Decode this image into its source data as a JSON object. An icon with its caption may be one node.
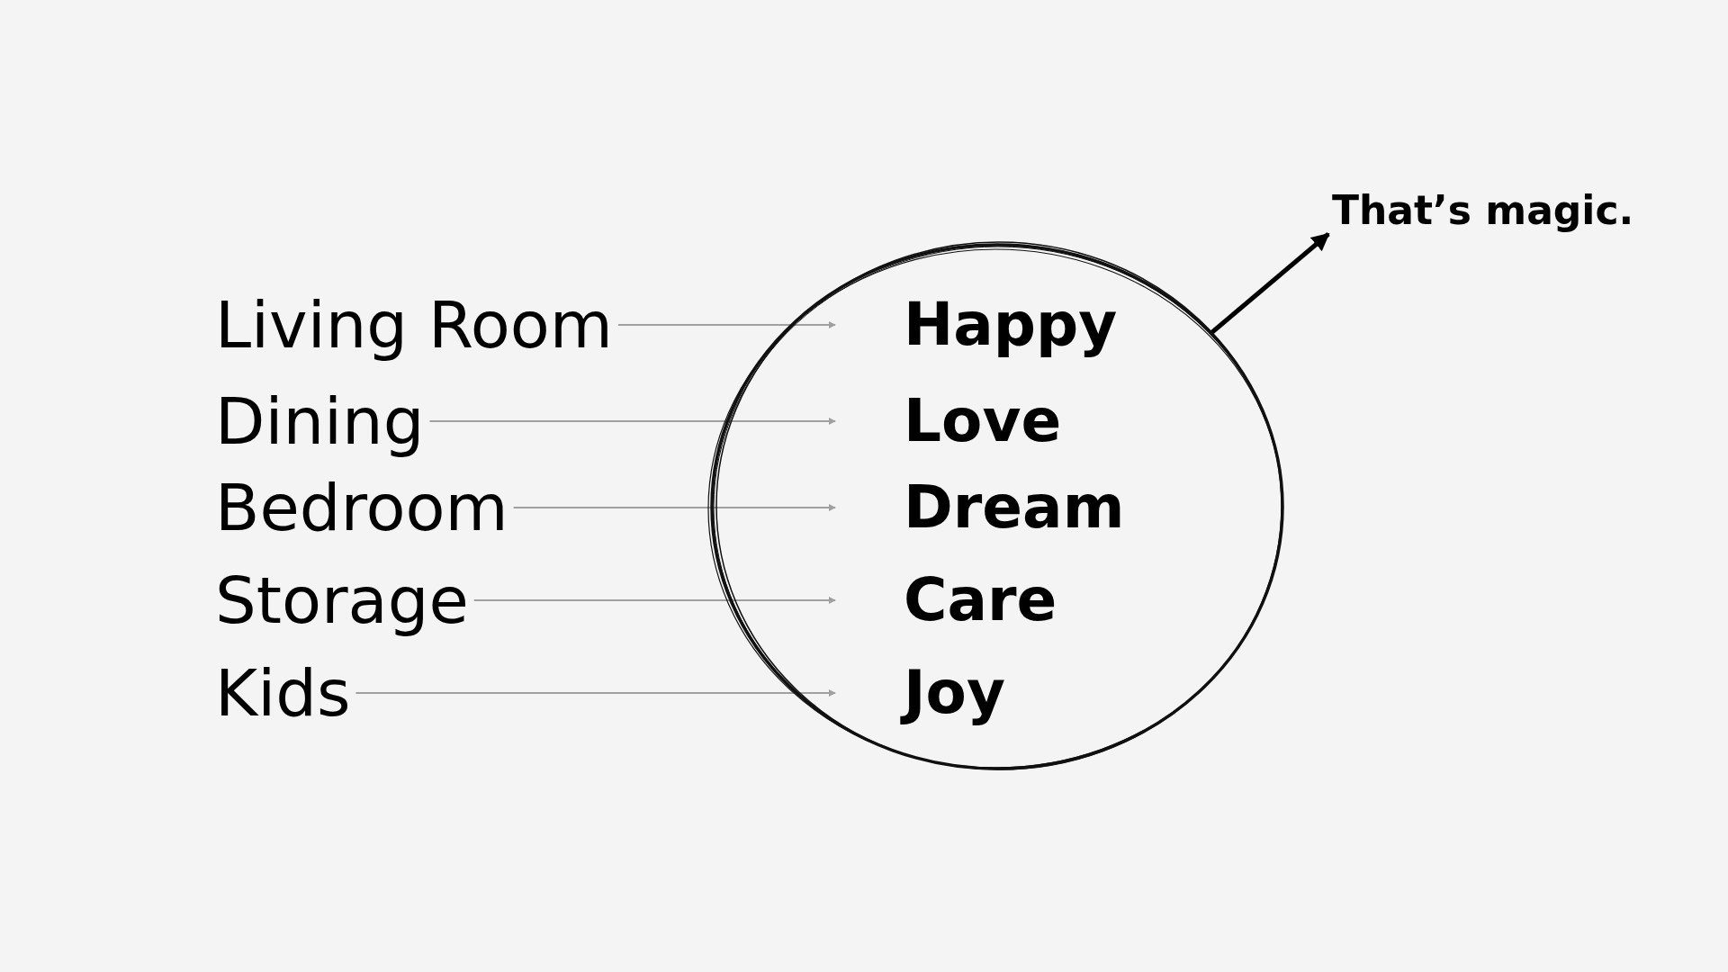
{
  "diagram": {
    "nodes": [
      {
        "text": [
          "Living Room"
        ]
      },
      {
        "text": [
          "Dining"
        ]
      },
      {
        "text": [
          "Bedroom"
        ]
      },
      {
        "text": [
          "Storage"
        ]
      },
      {
        "text": [
          "Kids"
        ]
      },
      {
        "text": [],
        "shape": "circle"
      },
      {
        "text": [
          "Happy"
        ],
        "in": 5
      },
      {
        "text": [
          "Love"
        ],
        "in": 5
      },
      {
        "text": [
          "Dream"
        ],
        "in": 5
      },
      {
        "text": [
          "Care"
        ],
        "in": 5
      },
      {
        "text": [
          "Joy"
        ],
        "in": 5
      },
      {
        "text": [
          "That’s magic."
        ]
      }
    ],
    "edges": [
      {
        "from": 0,
        "to": 6,
        "arrow": "to"
      },
      {
        "from": 1,
        "to": 7,
        "arrow": "to"
      },
      {
        "from": 2,
        "to": 8,
        "arrow": "to"
      },
      {
        "from": 3,
        "to": 9,
        "arrow": "to"
      },
      {
        "from": 4,
        "to": 10,
        "arrow": "to"
      },
      {
        "from": 5,
        "to": 11,
        "arrow": "to",
        "style": "thick",
        "color": "#000000"
      }
    ]
  }
}
